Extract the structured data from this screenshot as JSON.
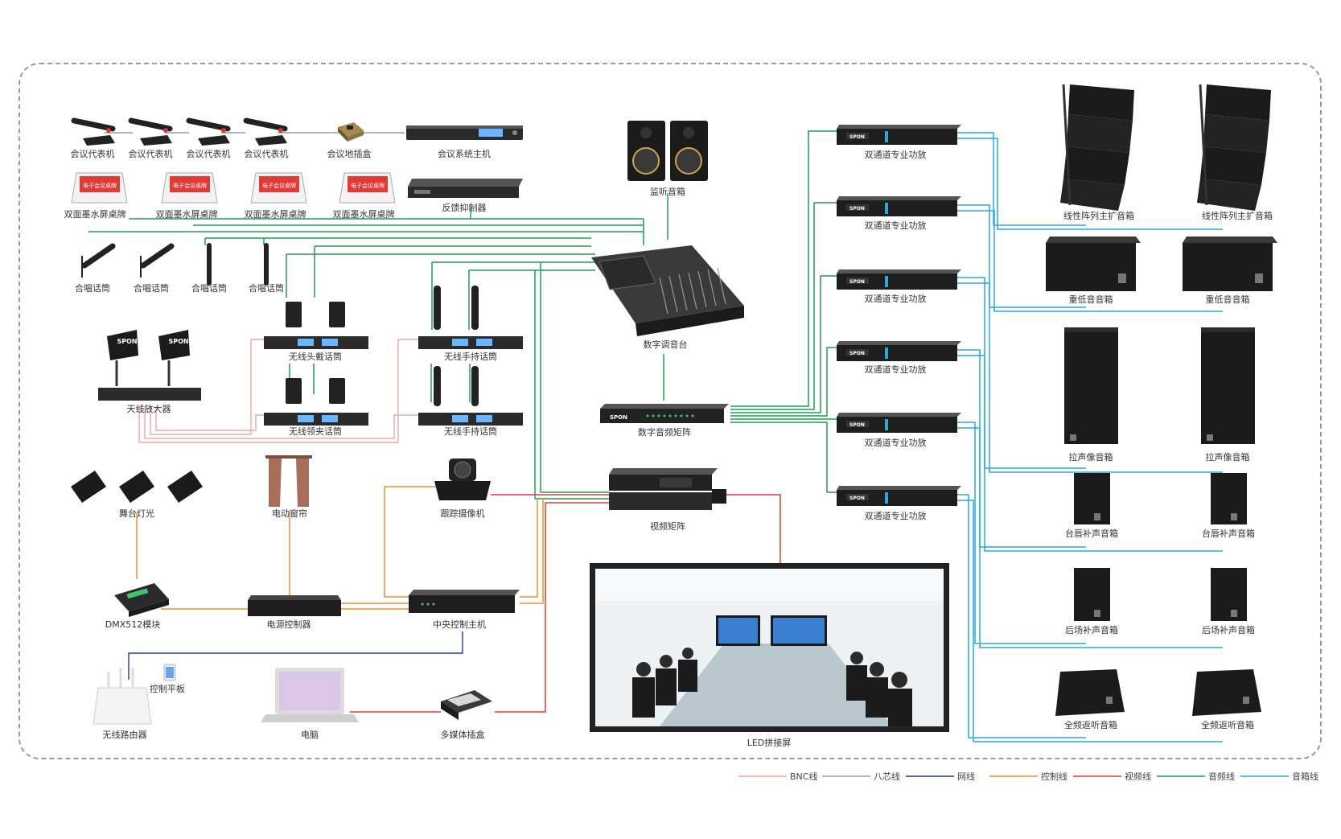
{
  "labels": {
    "rep1": "会议代表机",
    "rep2": "会议代表机",
    "rep3": "会议代表机",
    "rep4": "会议代表机",
    "floorbox": "会议地插盒",
    "confhost": "会议系统主机",
    "nameplate1": "双面墨水屏桌牌",
    "nameplate2": "双面墨水屏桌牌",
    "nameplate3": "双面墨水屏桌牌",
    "nameplate4": "双面墨水屏桌牌",
    "feedback": "反馈抑制器",
    "monitor": "监听音箱",
    "choir1": "合唱话筒",
    "choir2": "合唱话筒",
    "choir3": "合唱话筒",
    "choir4": "合唱话筒",
    "headset": "无线头戴话筒",
    "handheld1": "无线手持话筒",
    "lavalier": "无线领夹话筒",
    "handheld2": "无线手持话筒",
    "antenna": "天线放大器",
    "mixer": "数字调音台",
    "audiomatrix": "数字音频矩阵",
    "amp1": "双通道专业功放",
    "amp2": "双通道专业功放",
    "amp3": "双通道专业功放",
    "amp4": "双通道专业功放",
    "amp5": "双通道专业功放",
    "amp6": "双通道专业功放",
    "linearray1": "线性阵列主扩音箱",
    "linearray2": "线性阵列主扩音箱",
    "sub1": "重低音音箱",
    "sub2": "重低音音箱",
    "pull1": "拉声像音箱",
    "pull2": "拉声像音箱",
    "stage1": "台唇补声音箱",
    "stage2": "台唇补声音箱",
    "rear1": "后场补声音箱",
    "rear2": "后场补声音箱",
    "wedge1": "全频返听音箱",
    "wedge2": "全频返听音箱",
    "stagelight": "舞台灯光",
    "curtain": "电动窗帘",
    "camera": "跟踪摄像机",
    "videomatrix": "视频矩阵",
    "dmx": "DMX512模块",
    "power": "电源控制器",
    "central": "中央控制主机",
    "tablet": "控制平板",
    "router": "无线路由器",
    "pc": "电脑",
    "mediabox": "多媒体插盒",
    "led": "LED拼接屏",
    "nameplate_screen": "电子会议桌牌",
    "brand": "SPON"
  },
  "legend": [
    {
      "label": "BNC线",
      "color": "#f2a6a6"
    },
    {
      "label": "八芯线",
      "color": "#9a9a9a"
    },
    {
      "label": "网线",
      "color": "#2b3990"
    },
    {
      "label": "控制线",
      "color": "#f0922b"
    },
    {
      "label": "视频线",
      "color": "#e53935"
    },
    {
      "label": "音频线",
      "color": "#1f9d55"
    },
    {
      "label": "音箱线",
      "color": "#2aa9e0"
    }
  ],
  "colors": {
    "bnc": "#f2a6a6",
    "eight_core": "#9a9a9a",
    "network": "#2b3990",
    "control": "#f0922b",
    "video": "#e53935",
    "audio": "#1f9d55",
    "speaker": "#2aa9e0",
    "device": "#1b1b1b",
    "screen": "#1e6fd9"
  }
}
